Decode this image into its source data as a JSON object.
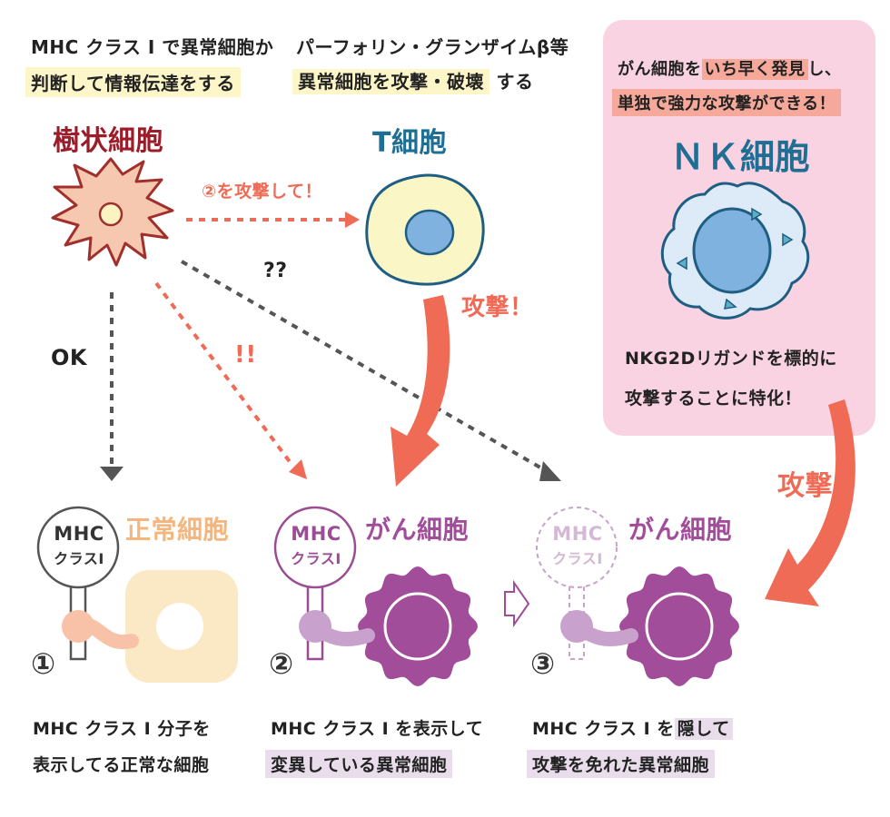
{
  "header": {
    "dc_line1": "MHC クラス I で異常細胞か",
    "dc_line2": "判断して情報伝達をする",
    "t_line1": "パーフォリン・グランザイムβ等",
    "t_line2": "異常細胞を攻撃・破壊",
    "t_line2_suffix": "する"
  },
  "nk": {
    "intro_part1": "がん細胞を",
    "intro_highlight": "いち早く発見",
    "intro_part2": "し、",
    "intro_line2": "単独で強力な攻撃ができる！",
    "title": "ＮＫ細胞",
    "desc_line1": "NKG2Dリガンドを標的に",
    "desc_line2": "攻撃することに特化！"
  },
  "cells": {
    "dendritic": "樹状細胞",
    "tcell": "T細胞",
    "normal": "正常細胞",
    "cancer2": "がん細胞",
    "cancer3": "がん細胞"
  },
  "arrows": {
    "dc_to_t": "②を攻撃して！",
    "question": "??",
    "ok": "OK",
    "exclaim": "!!",
    "t_attack": "攻撃！",
    "nk_attack": "攻撃！"
  },
  "mhc": {
    "line1": "MHC",
    "line2": "クラスI"
  },
  "numbers": {
    "n1": "①",
    "n2": "②",
    "n3": "③"
  },
  "captions": {
    "c1_line1": "MHC クラス I 分子を",
    "c1_line2": "表示してる正常な細胞",
    "c2_line1": "MHC クラス I を表示して",
    "c2_line2": "変異している異常細胞",
    "c3_prefix": "MHC クラス I を",
    "c3_highlight": "隠して",
    "c3_line2": "攻撃を免れた異常細胞"
  },
  "colors": {
    "orange": "#ef6b55",
    "dark_red": "#9b1d2a",
    "teal": "#1f6e93",
    "purple": "#a24d9a",
    "light_purple": "#c8a2cc",
    "tan": "#f4b67c",
    "gray_dash": "#555555"
  }
}
